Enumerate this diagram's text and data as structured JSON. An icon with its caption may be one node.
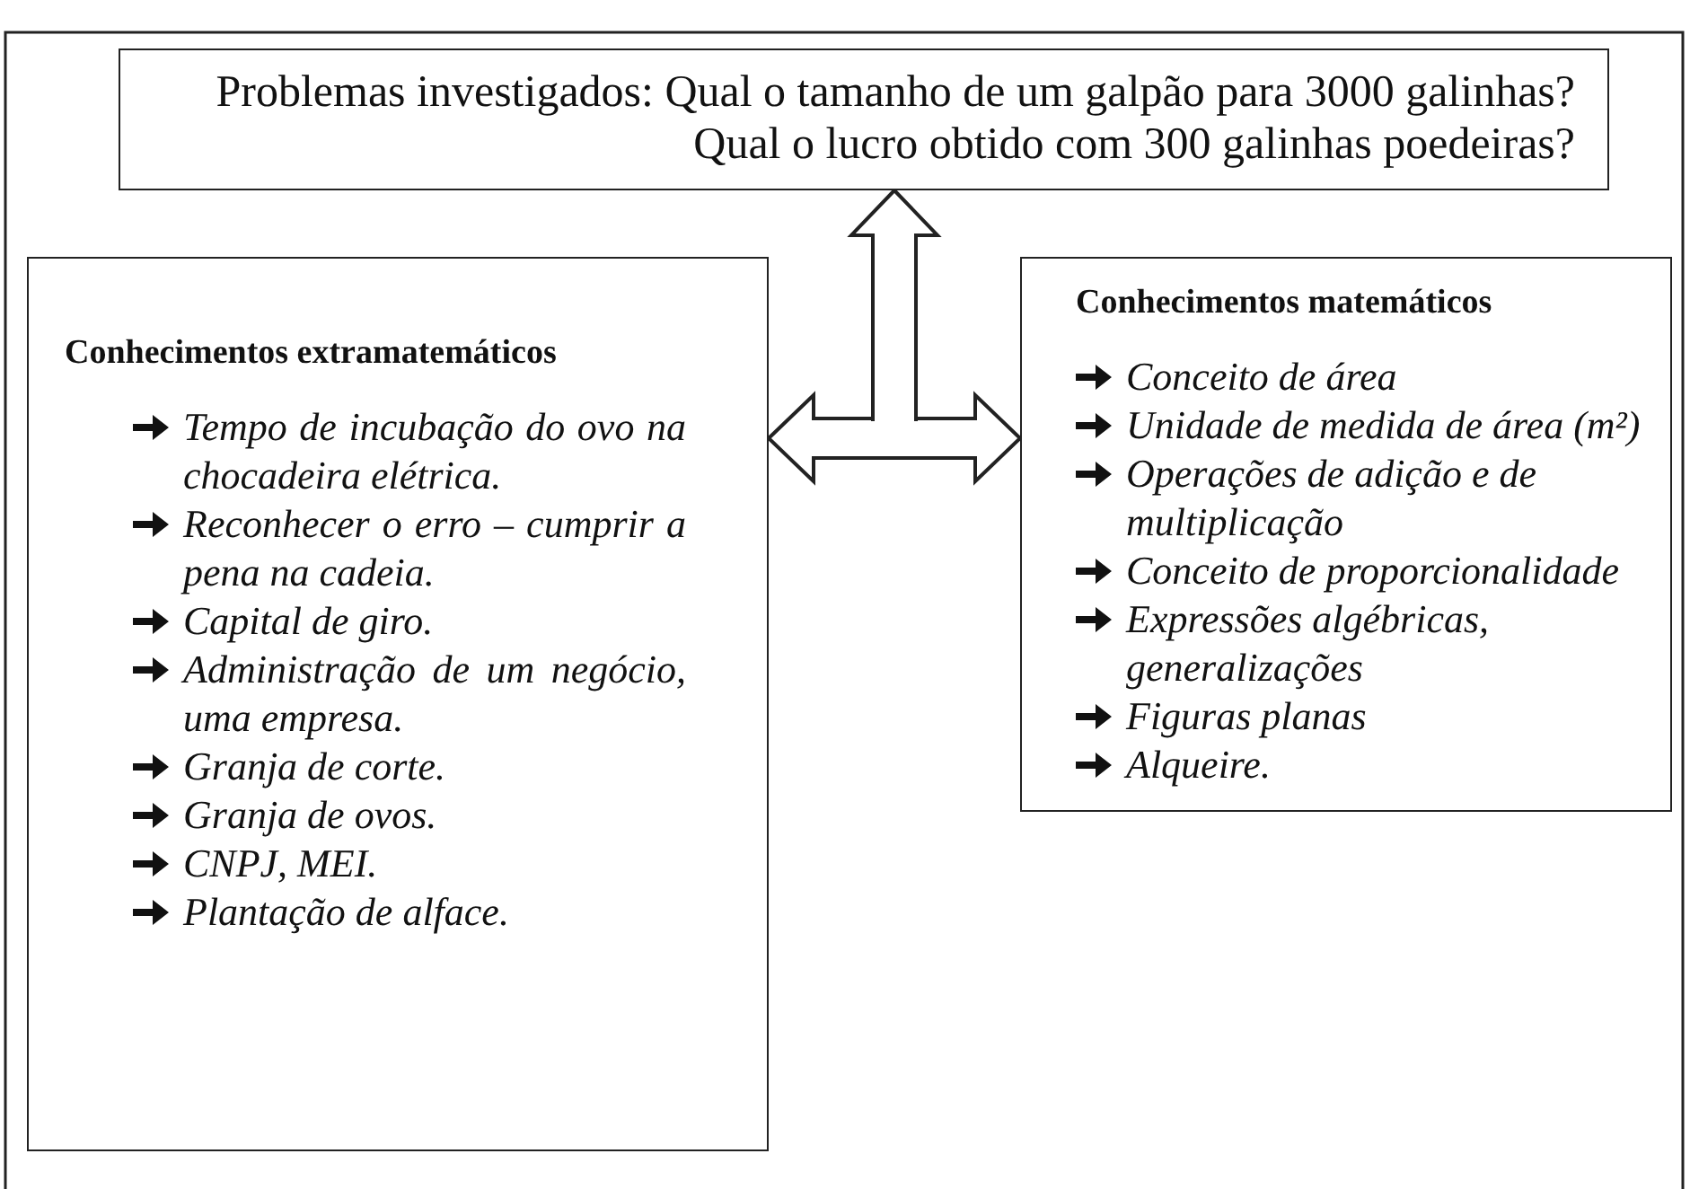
{
  "diagram": {
    "nodes": [
      {
        "text": [
          "Problemas investigados: Qual o tamanho de um galpão para 3000 galinhas? Qual o lucro obtido com 300 galinhas poedeiras?"
        ]
      },
      {
        "text": [
          "Conhecimentos extramatemáticos",
          "Tempo de incubação do ovo na chocadeira elétrica.",
          "Reconhecer o erro – cumprir a pena na cadeia.",
          "Capital de giro.",
          "Administração de um negócio, uma empresa.",
          "Granja de corte.",
          "Granja de ovos.",
          "CNPJ, MEI.",
          "Plantação de alface."
        ]
      },
      {
        "text": [
          "Conhecimentos matemáticos",
          "Conceito de área",
          "Unidade de medida de área (m²)",
          "Operações de adição e de multiplicação",
          "Conceito de proporcionalidade",
          "Expressões algébricas, generalizações",
          "Figuras planas",
          "Alqueire."
        ]
      }
    ],
    "edges": [
      {
        "from": 1,
        "to": 2,
        "arrow": "both"
      },
      {
        "from": null,
        "to": 0,
        "arrow": "to"
      }
    ]
  }
}
